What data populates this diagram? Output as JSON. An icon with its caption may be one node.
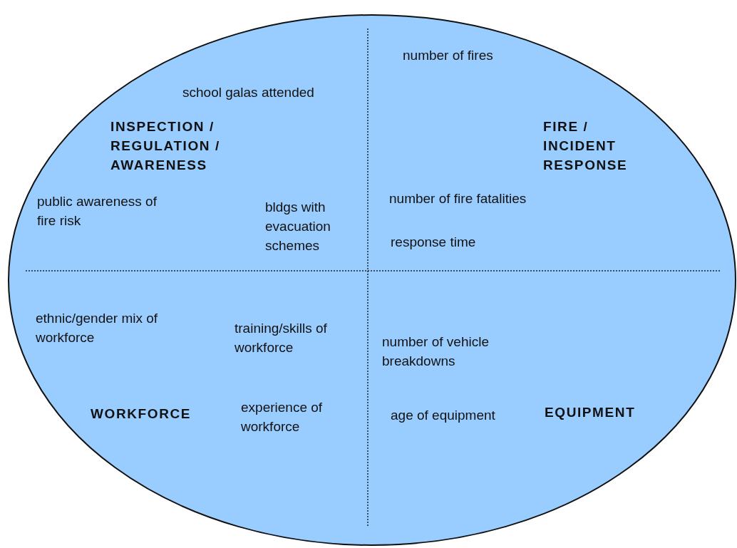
{
  "diagram": {
    "nodes": [
      {
        "text": [
          "number of fires",
          "school galas attended",
          "INSPECTION / REGULATION / AWARENESS",
          "FIRE / INCIDENT RESPONSE",
          "public awareness of fire risk",
          "bldgs with evacuation schemes",
          "number of fire fatalities",
          "response time",
          "ethnic/gender mix of workforce",
          "training/skills of workforce",
          "number of vehicle breakdowns",
          "WORKFORCE",
          "experience of workforce",
          "age of equipment",
          "EQUIPMENT"
        ]
      }
    ]
  }
}
